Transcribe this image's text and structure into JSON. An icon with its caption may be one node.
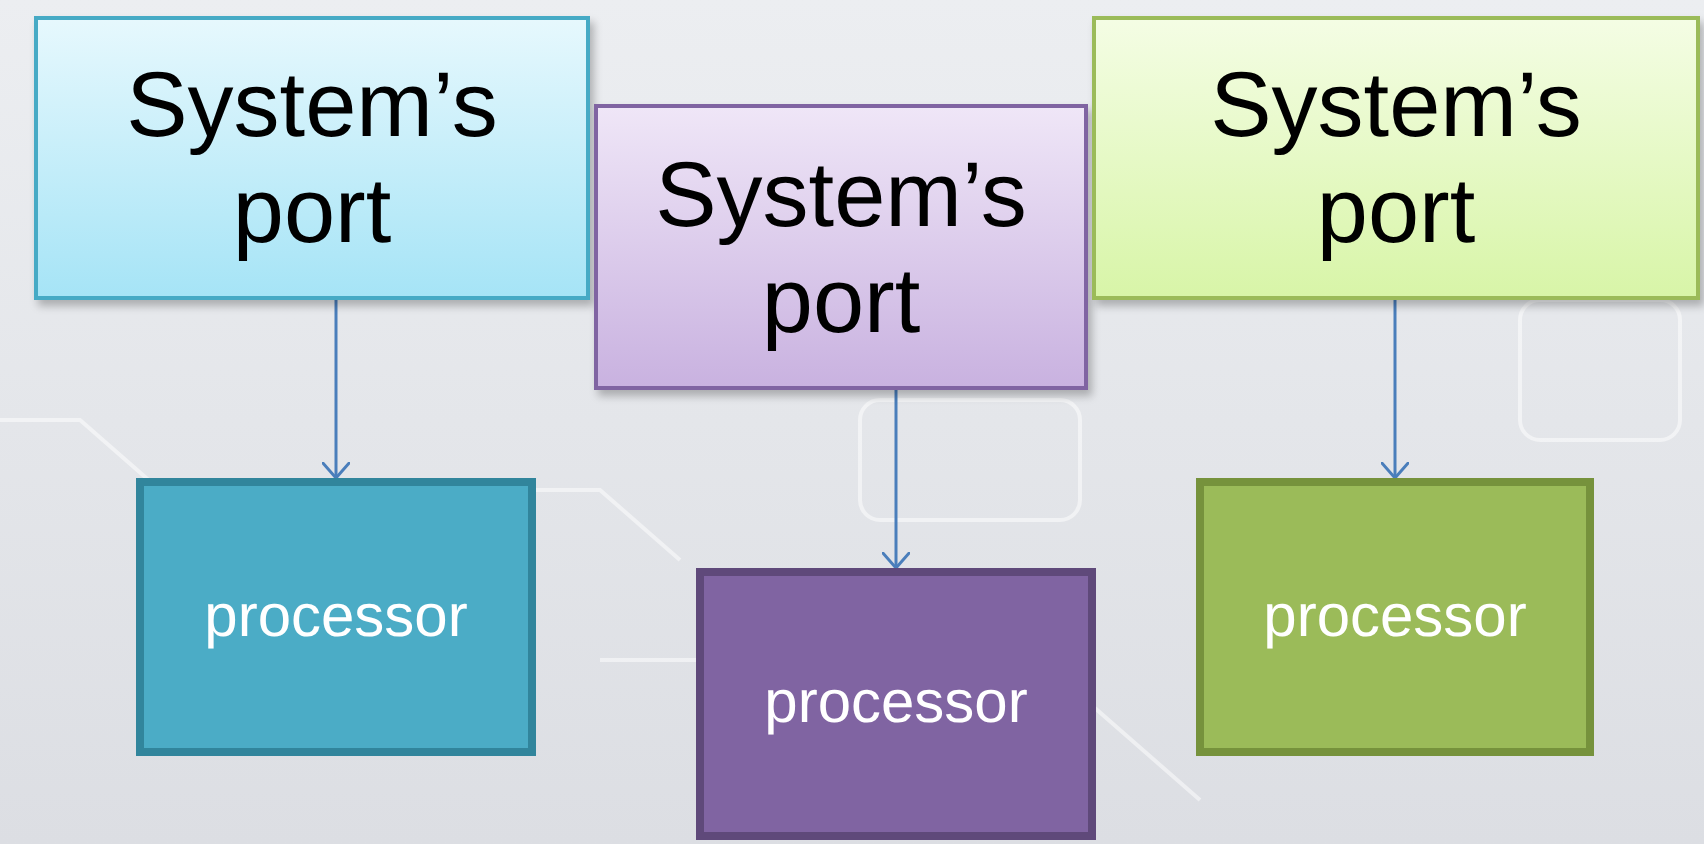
{
  "diagram": {
    "nodes": [
      {
        "text": [
          "System’s port"
        ]
      },
      {
        "text": [
          "System’s port"
        ]
      },
      {
        "text": [
          "System’s port"
        ]
      },
      {
        "text": [
          "processor"
        ]
      },
      {
        "text": [
          "processor"
        ]
      },
      {
        "text": [
          "processor"
        ]
      }
    ],
    "edges": [
      {
        "from": 0,
        "to": 3,
        "arrow": "to"
      },
      {
        "from": 1,
        "to": 4,
        "arrow": "to"
      },
      {
        "from": 2,
        "to": 5,
        "arrow": "to"
      }
    ]
  }
}
